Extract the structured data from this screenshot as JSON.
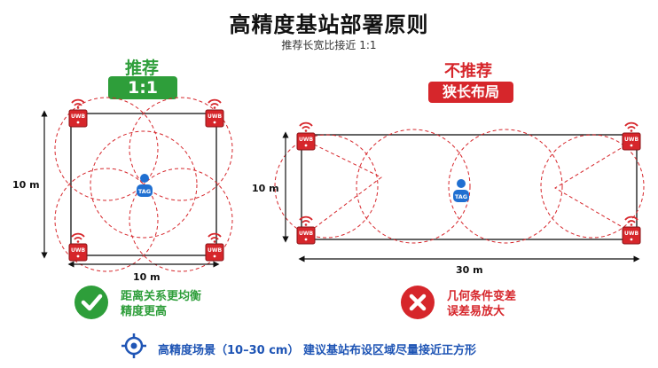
{
  "title": "高精度基站部署原则",
  "subtitle": "推荐长宽比接近 1:1",
  "left": {
    "label": "推荐",
    "badge": "1:1",
    "height_label": "10 m",
    "width_label": "10 m",
    "tag_label": "TAG",
    "anchor_label": "UWB",
    "benefit_line1": "距离关系更均衡",
    "benefit_line2": "精度更高"
  },
  "right": {
    "label": "不推荐",
    "badge": "狭长布局",
    "height_label": "10 m",
    "width_label": "30 m",
    "tag_label": "TAG",
    "anchor_label": "UWB",
    "drawback_line1": "几何条件变差",
    "drawback_line2": "误差易放大"
  },
  "footer": "高精度场景（10–30 cm） 建议基站布设区域尽量接近正方形",
  "colors": {
    "green": "#2e9e3a",
    "red": "#d6262b",
    "blue": "#1f55b5",
    "anchor_fill": "#d6262b"
  },
  "icons": {
    "check": "check-icon",
    "cross": "cross-icon",
    "target": "crosshair-icon",
    "person": "person-icon",
    "signal": "wifi-signal-icon"
  }
}
